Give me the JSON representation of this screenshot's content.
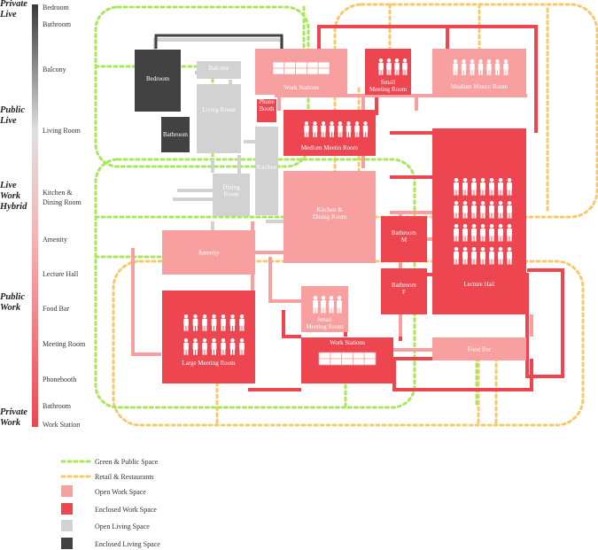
{
  "colors": {
    "open_work": "#f8a0a0",
    "enclosed_work": "#ee4650",
    "open_living": "#d2d2d2",
    "enclosed_living": "#424242",
    "green_path": "#a7e85a",
    "retail_path": "#f7c96b"
  },
  "scale": {
    "categories": [
      {
        "id": "private_live",
        "lines": [
          "Private",
          "Live"
        ]
      },
      {
        "id": "public_live",
        "lines": [
          "Public",
          "Live"
        ]
      },
      {
        "id": "live_work_hybrid",
        "lines": [
          "Live",
          "Work",
          "Hybrid"
        ]
      },
      {
        "id": "public_work",
        "lines": [
          "Public",
          "Work"
        ]
      },
      {
        "id": "private_work",
        "lines": [
          "Private",
          "Work"
        ]
      }
    ],
    "items": [
      {
        "id": "bedroom",
        "lines": [
          "Bedroom"
        ]
      },
      {
        "id": "bathroom",
        "lines": [
          "Bathroom"
        ]
      },
      {
        "id": "balcony",
        "lines": [
          "Balcony"
        ]
      },
      {
        "id": "living_room",
        "lines": [
          "Living Room"
        ]
      },
      {
        "id": "kitchen_dining",
        "lines": [
          "Kitchen &",
          "Dining Room"
        ]
      },
      {
        "id": "amenity",
        "lines": [
          "Amenity"
        ]
      },
      {
        "id": "lecture_hall",
        "lines": [
          "Lecture Hall"
        ]
      },
      {
        "id": "food_bar",
        "lines": [
          "Food Bar"
        ]
      },
      {
        "id": "meeting_room",
        "lines": [
          "Meeting Room"
        ]
      },
      {
        "id": "phonebooth",
        "lines": [
          "Phonebooth"
        ]
      },
      {
        "id": "bathroom_2",
        "lines": [
          "Bathroom"
        ]
      },
      {
        "id": "work_station",
        "lines": [
          "Work Station"
        ]
      }
    ]
  },
  "rooms": [
    {
      "id": "bedroom",
      "type": "enclosed_living",
      "lines": [
        "Bedroom"
      ]
    },
    {
      "id": "balcony",
      "type": "open_living",
      "lines": [
        "Balcony"
      ]
    },
    {
      "id": "bathroom",
      "type": "enclosed_living",
      "lines": [
        "Bathroom"
      ]
    },
    {
      "id": "living_room",
      "type": "open_living",
      "lines": [
        "Living Room"
      ]
    },
    {
      "id": "phone_booth",
      "type": "enclosed_work",
      "lines": [
        "Phone",
        "Booth"
      ]
    },
    {
      "id": "kitchen",
      "type": "open_living",
      "lines": [
        "Kitchen"
      ]
    },
    {
      "id": "dining_room",
      "type": "open_living",
      "lines": [
        "Dining",
        "Room"
      ]
    },
    {
      "id": "work_stations_top",
      "type": "open_work",
      "lines": [
        "Work Stations"
      ]
    },
    {
      "id": "small_meeting_top",
      "type": "enclosed_work",
      "lines": [
        "Small",
        "Meeting Room"
      ]
    },
    {
      "id": "medium_meeting_top",
      "type": "open_work",
      "lines": [
        "Medium Meetin Room"
      ]
    },
    {
      "id": "medium_meeting_mid",
      "type": "enclosed_work",
      "lines": [
        "Medium Meetin Room"
      ]
    },
    {
      "id": "kitchen_dining",
      "type": "open_work",
      "lines": [
        "Kitchen &",
        "Dining Room"
      ]
    },
    {
      "id": "amenity",
      "type": "open_work",
      "lines": [
        "Amenity"
      ]
    },
    {
      "id": "bathroom_m",
      "type": "enclosed_work",
      "lines": [
        "Bathroom",
        "M"
      ]
    },
    {
      "id": "bathroom_f",
      "type": "enclosed_work",
      "lines": [
        "Bathroom",
        "F"
      ]
    },
    {
      "id": "lecture_hall",
      "type": "enclosed_work",
      "lines": [
        "Lecture Hall"
      ]
    },
    {
      "id": "small_meeting_bottom",
      "type": "open_work",
      "lines": [
        "Small",
        "Meeting Room"
      ]
    },
    {
      "id": "large_meeting",
      "type": "enclosed_work",
      "lines": [
        "Large Meeting Room"
      ]
    },
    {
      "id": "work_stations_bottom",
      "type": "enclosed_work",
      "lines": [
        "Work Stations"
      ]
    },
    {
      "id": "food_bar",
      "type": "open_work",
      "lines": [
        "Food Bar"
      ]
    }
  ],
  "legend": [
    {
      "id": "green",
      "kind": "line",
      "color_key": "green_path",
      "label": "Green & Public Space"
    },
    {
      "id": "retail",
      "kind": "line",
      "color_key": "retail_path",
      "label": "Retail & Restaurants"
    },
    {
      "id": "open_work",
      "kind": "swatch",
      "color_key": "open_work",
      "label": "Open Work Space"
    },
    {
      "id": "enclosed_work",
      "kind": "swatch",
      "color_key": "enclosed_work",
      "label": "Enclosed Work Space"
    },
    {
      "id": "open_living",
      "kind": "swatch",
      "color_key": "open_living",
      "label": "Open Living Space"
    },
    {
      "id": "enclosed_living",
      "kind": "swatch",
      "color_key": "enclosed_living",
      "label": "Enclosed Living Space"
    }
  ]
}
